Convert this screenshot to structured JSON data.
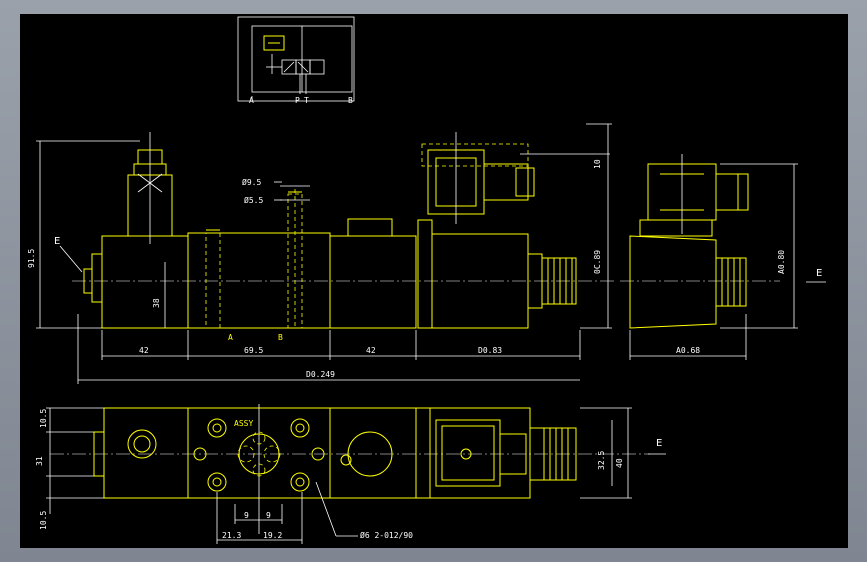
{
  "schematic": {
    "port_a": "A",
    "port_p": "P",
    "port_t": "T",
    "port_b": "B"
  },
  "front_view": {
    "label_e": "E",
    "dim_height": "91.5",
    "dim_d_small": "Ø5.5",
    "dim_d_big": "Ø9.5",
    "dim_center": "38",
    "port_a": "A",
    "port_b": "B",
    "dim_w1": "42",
    "dim_w2": "69.5",
    "dim_w3": "42",
    "dim_w4": "D0.83",
    "dim_total": "D0.249",
    "dim_plug": "10",
    "dim_sol_h": "0C.89"
  },
  "side_view": {
    "label_e": "E",
    "dim_height": "A0.80",
    "dim_width": "A0.68"
  },
  "top_view": {
    "label_e": "E",
    "dim_left_top": "10.5",
    "dim_left_mid": "31",
    "dim_left_bot": "10.5",
    "dim_right_a": "32.5",
    "dim_right_b": "40",
    "dim_p1": "9",
    "dim_p2": "9",
    "dim_b1": "21.3",
    "dim_b2": "19.2",
    "callout": "Ø6 2-012/90",
    "mark": "ASSY"
  }
}
